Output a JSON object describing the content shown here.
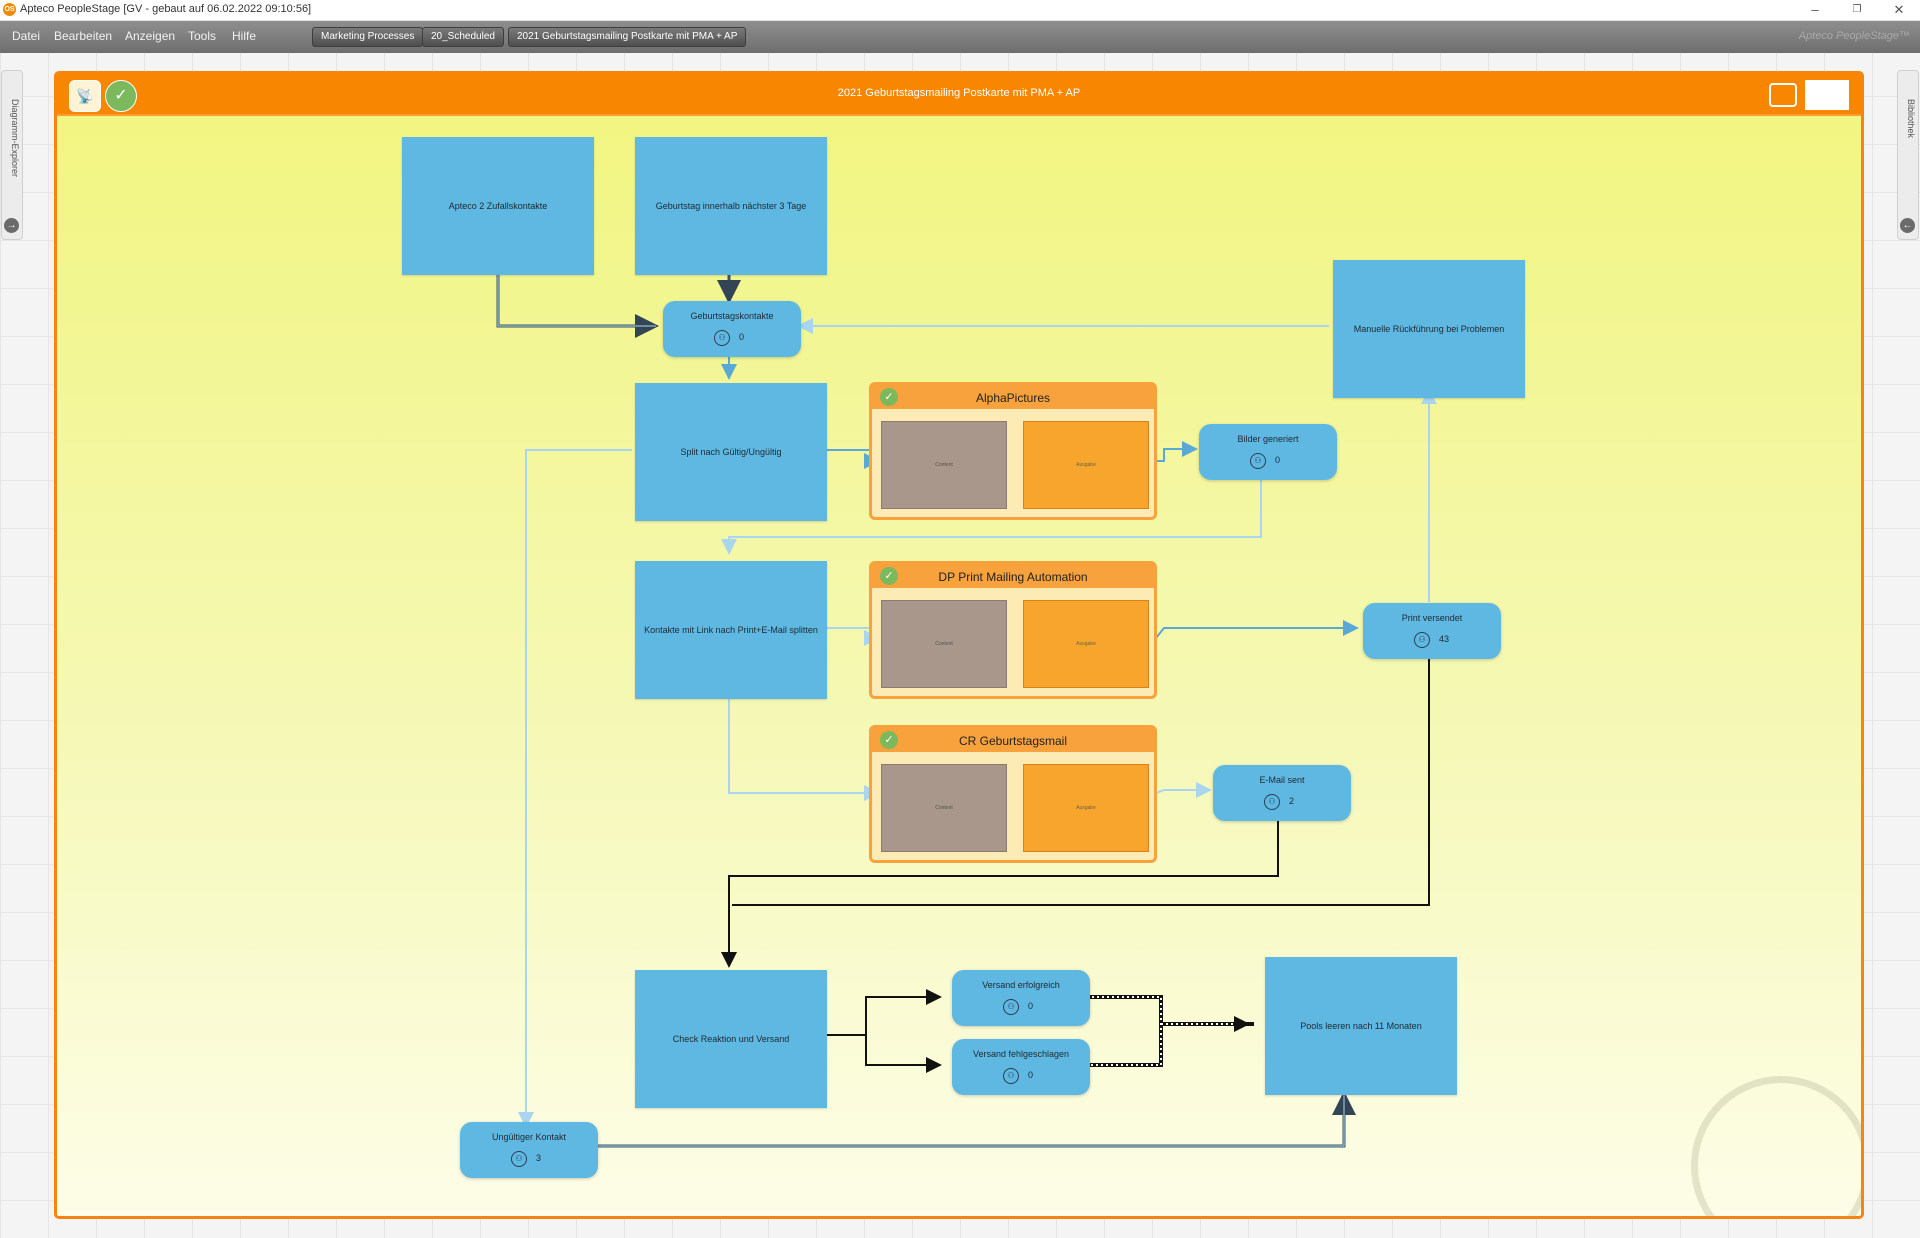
{
  "window": {
    "title": "Apteco PeopleStage [GV - gebaut auf 06.02.2022 09:10:56]",
    "app_icon": "OS",
    "controls": {
      "minimize": "–",
      "restore": "❐",
      "close": "✕"
    }
  },
  "menu": {
    "items": [
      "Datei",
      "Bearbeiten",
      "Anzeigen",
      "Tools",
      "Hilfe"
    ]
  },
  "breadcrumb": [
    "Marketing Processes",
    "20_Scheduled",
    "2021 Geburtstagsmailing Postkarte mit PMA + AP"
  ],
  "brand": "Apteco PeopleStage™",
  "side_tabs": {
    "left": "Diagramm-Explorer",
    "right": "Bibliothek"
  },
  "diagram": {
    "title": "2021 Geburtstagsmailing Postkarte mit PMA + AP",
    "header_icons": {
      "left1": "satellite-icon",
      "left2": "check-icon"
    },
    "nodes": {
      "apteco": "Apteco 2 Zufallskontakte",
      "geburtstag": "Geburtstag innerhalb nächster 3 Tage",
      "manuelle": "Manuelle Rückführung bei Problemen",
      "split": "Split nach Gültig/Ungültig",
      "kontakte_link": "Kontakte mit Link nach Print+E-Mail splitten",
      "check": "Check Reaktion und Versand",
      "pools_leeren": "Pools leeren nach 11 Monaten"
    },
    "pools": {
      "geburtstagskontakte": {
        "label": "Geburtstagskontakte",
        "count": "0"
      },
      "bilder": {
        "label": "Bilder generiert",
        "count": "0"
      },
      "print": {
        "label": "Print versendet",
        "count": "43"
      },
      "email": {
        "label": "E-Mail sent",
        "count": "2"
      },
      "versand_ok": {
        "label": "Versand erfolgreich",
        "count": "0"
      },
      "versand_fail": {
        "label": "Versand fehlgeschlagen",
        "count": "0"
      },
      "ungueltig": {
        "label": "Ungültiger Kontakt",
        "count": "3"
      }
    },
    "groups": {
      "alpha": {
        "title": "AlphaPictures",
        "sub1": "Content",
        "sub2": "Ausgabe"
      },
      "dp": {
        "title": "DP Print Mailing Automation",
        "sub1": "Content",
        "sub2": "Ausgabe"
      },
      "cr": {
        "title": "CR Geburtstagsmail",
        "sub1": "Content",
        "sub2": "Ausgabe"
      }
    }
  },
  "colors": {
    "node_blue": "#5fb8e2",
    "frame_orange": "#f7840f",
    "group_orange": "#f7a23c",
    "check_green": "#7cb95c",
    "canvas_yellow": "#f1f57d"
  }
}
